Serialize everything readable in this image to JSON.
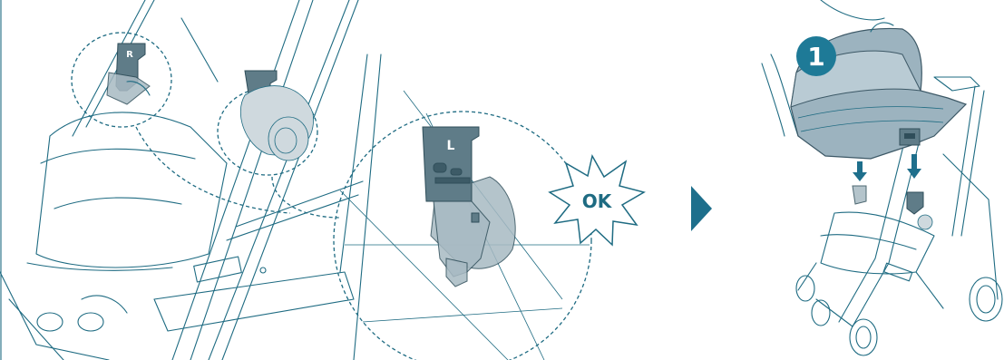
{
  "labels": {
    "right_clip": "R",
    "left_clip": "L",
    "confirm_burst": "OK",
    "step_number": "1"
  },
  "colors": {
    "line": "#1e6b82",
    "part": "#5f7c88",
    "accent_teal": "#1e7a97",
    "arrow": "#1e6f8c"
  }
}
